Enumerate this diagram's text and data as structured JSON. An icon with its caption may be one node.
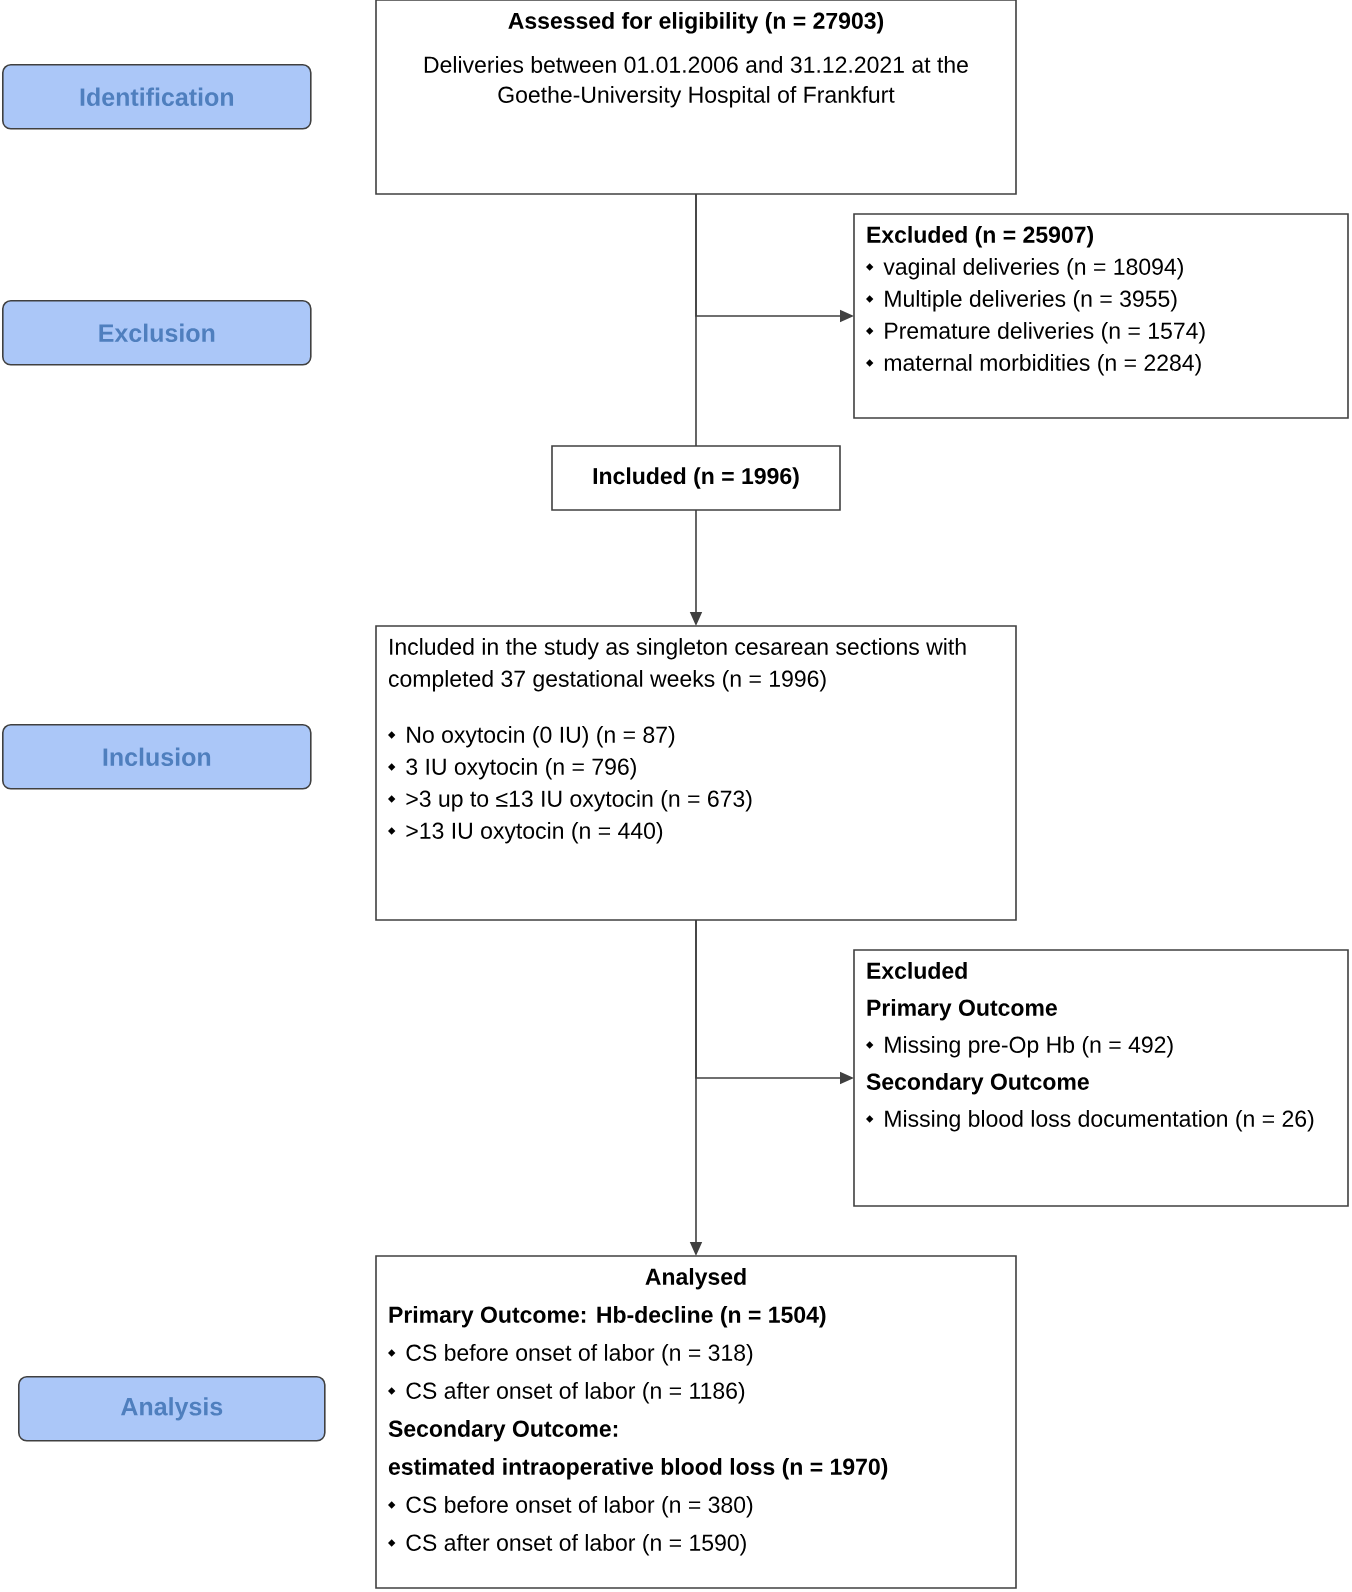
{
  "diagram": {
    "nodes": [
      {
        "text": [
          "Identification"
        ]
      },
      {
        "text": [
          "Assessed for eligibility (n = 27903)",
          "Deliveries between 01.01.2006 and 31.12.2021 at the Goethe-University Hospital of Frankfurt"
        ]
      },
      {
        "text": [
          "Exclusion"
        ]
      },
      {
        "text": [
          "Excluded (n = 25907)",
          "vaginal deliveries (n = 18094)",
          "Multiple deliveries (n = 3955)",
          "Premature deliveries (n = 1574)",
          "maternal morbidities (n = 2284)"
        ]
      },
      {
        "text": [
          "Included (n = 1996)"
        ]
      },
      {
        "text": [
          "Inclusion"
        ]
      },
      {
        "text": [
          "Included in the study as singleton cesarean sections with completed 37 gestational weeks (n = 1996)",
          "No oxytocin (0 IU) (n = 87)",
          "3 IU oxytocin (n = 796)",
          ">3 up to ≤13 IU oxytocin (n = 673)",
          ">13 IU oxytocin (n = 440)"
        ]
      },
      {
        "text": [
          "Excluded",
          "Primary Outcome",
          "Missing pre-Op Hb (n = 492)",
          "Secondary Outcome",
          "Missing blood loss documentation (n = 26)"
        ]
      },
      {
        "text": [
          "Analysis"
        ]
      },
      {
        "text": [
          "Analysed",
          "Primary Outcome: Hb-decline (n = 1504)",
          "CS before onset of labor (n = 318)",
          "CS after onset of labor  (n = 1186)",
          "Secondary Outcome:",
          "estimated intraoperative blood loss (n = 1970)",
          "CS before onset of labor (n = 380)",
          "CS after onset of labor  (n = 1590)"
        ]
      }
    ],
    "edges": [
      {
        "from": 1,
        "to": 4,
        "arrow": "none"
      },
      {
        "from": 1,
        "to": 3,
        "arrow": "to"
      },
      {
        "from": 4,
        "to": 6,
        "arrow": "to"
      },
      {
        "from": 6,
        "to": 7,
        "arrow": "to"
      },
      {
        "from": 6,
        "to": 9,
        "arrow": "to"
      }
    ]
  }
}
